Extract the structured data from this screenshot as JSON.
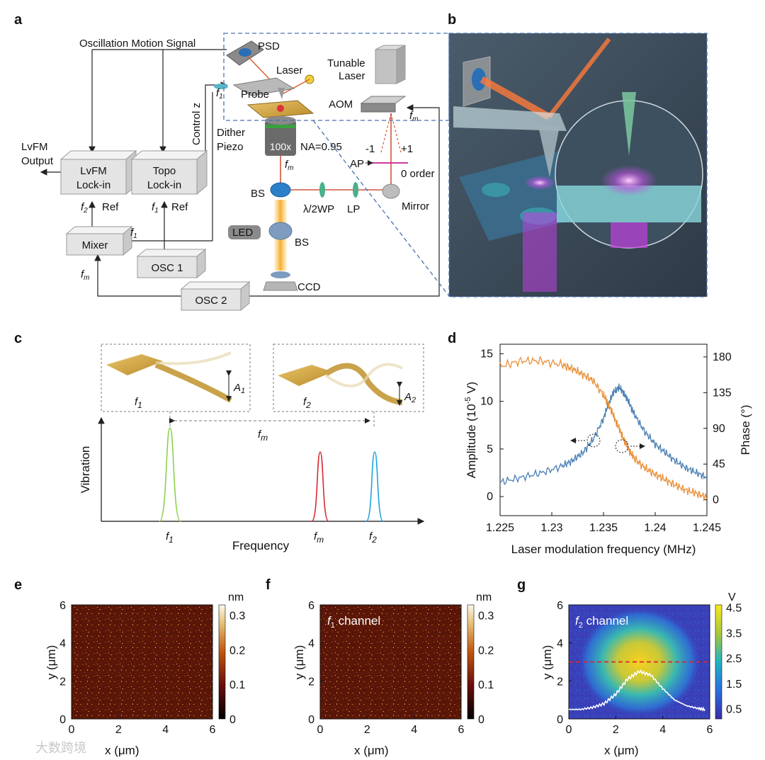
{
  "panel_labels": {
    "a": "a",
    "b": "b",
    "c": "c",
    "d": "d",
    "e": "e",
    "f": "f",
    "g": "g"
  },
  "panel_a": {
    "oscillation_signal": "Oscillation Motion Signal",
    "psd": "PSD",
    "laser": "Laser",
    "probe": "Probe",
    "f1": "f",
    "f1_sub": "1",
    "control_z": "Control z",
    "dither": "Dither",
    "piezo": "Piezo",
    "objective": "100x",
    "na": "NA=0.95",
    "fm": "f",
    "fm_sub": "m",
    "lvfm_output_1": "LvFM",
    "lvfm_output_2": "Output",
    "lvfm_lockin_1": "LvFM",
    "lvfm_lockin_2": "Lock-in",
    "topo_lockin_1": "Topo",
    "topo_lockin_2": "Lock-in",
    "f2": "f",
    "f2_sub": "2",
    "ref": "Ref",
    "mixer": "Mixer",
    "osc1": "OSC 1",
    "osc2": "OSC 2",
    "led": "LED",
    "bs": "BS",
    "ccd": "CCD",
    "waveplate": "λ/2WP",
    "lp": "LP",
    "mirror": "Mirror",
    "tunable_1": "Tunable",
    "tunable_2": "Laser",
    "aom": "AOM",
    "ap": "AP",
    "minus1": "-1",
    "plus1": "+1",
    "zero_order": "0 order"
  },
  "panel_c": {
    "f1": "f",
    "f1_sub": "1",
    "f2": "f",
    "f2_sub": "2",
    "fm": "f",
    "fm_sub": "m",
    "a1": "A",
    "a1_sub": "1",
    "a2": "A",
    "a2_sub": "2",
    "ylabel": "Vibration",
    "xlabel": "Frequency",
    "peak_colors": {
      "f1": "#8fd14f",
      "fm": "#d9282f",
      "f2": "#1fa3dc"
    }
  },
  "chart_data": [
    {
      "id": "d",
      "type": "line",
      "xlabel": "Laser modulation frequency (MHz)",
      "ylabel_left": "Amplitude (10",
      "ylabel_left_sup": "-5",
      "ylabel_left_end": " V)",
      "ylabel_right": "Phase (°)",
      "xlim": [
        1.225,
        1.245
      ],
      "ylim_left": [
        -2,
        16
      ],
      "ylim_right": [
        -20,
        196
      ],
      "x_ticks": [
        "1.225",
        "1.23",
        "1.235",
        "1.24",
        "1.245"
      ],
      "y_ticks_left": [
        "0",
        "5",
        "10",
        "15"
      ],
      "y_ticks_right": [
        "0",
        "45",
        "90",
        "135",
        "180"
      ],
      "series": [
        {
          "axis": "left",
          "color": "#4a7fb5",
          "x": [
            1.225,
            1.227,
            1.229,
            1.231,
            1.232,
            1.233,
            1.234,
            1.235,
            1.2355,
            1.236,
            1.2365,
            1.237,
            1.2375,
            1.238,
            1.239,
            1.24,
            1.241,
            1.242,
            1.243,
            1.244,
            1.245
          ],
          "values": [
            1.5,
            2.0,
            2.5,
            3.2,
            3.8,
            4.6,
            6.0,
            8.2,
            9.8,
            11.0,
            11.5,
            10.8,
            9.8,
            8.6,
            6.8,
            5.5,
            4.6,
            3.7,
            3.0,
            2.5,
            2.0
          ]
        },
        {
          "axis": "right",
          "color": "#e8913c",
          "x": [
            1.225,
            1.227,
            1.229,
            1.231,
            1.232,
            1.233,
            1.234,
            1.235,
            1.2355,
            1.236,
            1.2365,
            1.237,
            1.2375,
            1.238,
            1.239,
            1.24,
            1.241,
            1.242,
            1.243,
            1.244,
            1.245
          ],
          "values": [
            168,
            175,
            175,
            170,
            165,
            158,
            150,
            132,
            120,
            105,
            90,
            75,
            62,
            52,
            40,
            32,
            25,
            18,
            12,
            8,
            3
          ]
        }
      ]
    },
    {
      "id": "e",
      "type": "heatmap",
      "xlabel": "x (μm)",
      "ylabel": "y (μm)",
      "xlim": [
        0,
        6
      ],
      "ylim": [
        0,
        6
      ],
      "x_ticks": [
        "0",
        "2",
        "4",
        "6"
      ],
      "y_ticks": [
        "0",
        "2",
        "4",
        "6"
      ],
      "colorbar_unit": "nm",
      "colorbar_ticks": [
        "0",
        "0.1",
        "0.2",
        "0.3"
      ],
      "colorbar_range": [
        0,
        0.33
      ]
    },
    {
      "id": "f",
      "type": "heatmap",
      "title": "f",
      "title_sub": "1",
      "title_end": " channel",
      "xlabel": "x (μm)",
      "ylabel": "y (μm)",
      "xlim": [
        0,
        6
      ],
      "ylim": [
        0,
        6
      ],
      "x_ticks": [
        "0",
        "2",
        "4",
        "6"
      ],
      "y_ticks": [
        "0",
        "2",
        "4",
        "6"
      ],
      "colorbar_unit": "nm",
      "colorbar_ticks": [
        "0",
        "0.1",
        "0.2",
        "0.3"
      ],
      "colorbar_range": [
        0,
        0.33
      ]
    },
    {
      "id": "g",
      "type": "heatmap",
      "title": "f",
      "title_sub": "2",
      "title_end": " channel",
      "xlabel": "x (μm)",
      "ylabel": "y (μm)",
      "xlim": [
        0,
        6
      ],
      "ylim": [
        0,
        6
      ],
      "x_ticks": [
        "0",
        "2",
        "4",
        "6"
      ],
      "y_ticks": [
        "0",
        "2",
        "4",
        "6"
      ],
      "colorbar_unit": "V",
      "colorbar_ticks": [
        "0.5",
        "1.5",
        "2.5",
        "3.5",
        "4.5"
      ],
      "colorbar_range": [
        0.1,
        4.6
      ],
      "center": [
        3.0,
        3.0
      ],
      "dashed_line_y": 3.0,
      "profile": {
        "x": [
          0,
          0.5,
          1.0,
          1.5,
          2.0,
          2.5,
          3.0,
          3.5,
          4.0,
          4.5,
          5.0,
          5.5,
          5.8
        ],
        "y": [
          0.5,
          0.5,
          0.6,
          0.8,
          1.3,
          2.1,
          2.5,
          2.3,
          1.6,
          1.0,
          0.7,
          0.55,
          0.5
        ]
      }
    }
  ],
  "watermark": "大数跨境"
}
